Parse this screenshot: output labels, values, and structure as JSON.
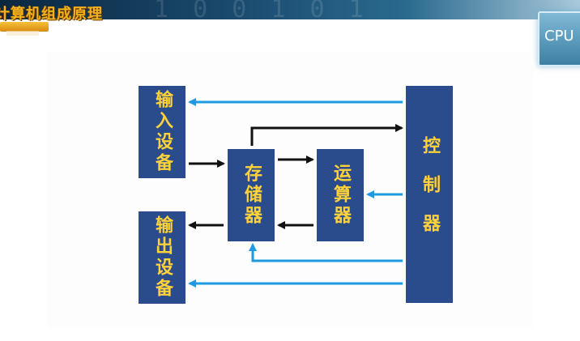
{
  "header": {
    "logo_text": "计算机组成原理",
    "decor_digits": "1 0 0 1 0 1",
    "cpu_label": "CPU"
  },
  "diagram": {
    "input_device": "输入设备",
    "output_device": "输出设备",
    "memory": "存储器",
    "alu": "运算器",
    "control_unit": "控制器"
  },
  "colors": {
    "box_fill": "#2a4c8c",
    "box_text": "#ffd23a",
    "data_arrow": "#111111",
    "control_arrow": "#1e9be0"
  }
}
